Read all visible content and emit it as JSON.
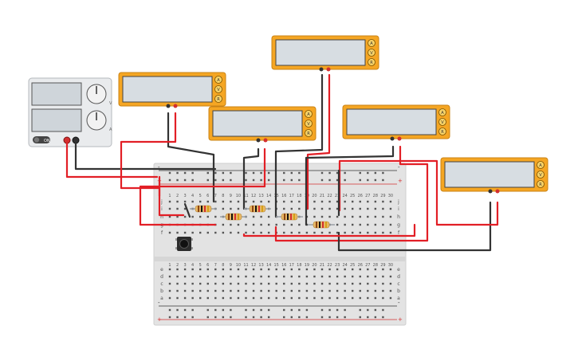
{
  "power_supply": {
    "on_label": "ON",
    "knob_labels": [
      "V",
      "A"
    ],
    "knob_icon_names": [
      "voltage-knob-icon",
      "current-knob-icon"
    ],
    "terminal_colors": [
      "#d32f2f",
      "#333333"
    ]
  },
  "multimeters": [
    {
      "name": "multimeter-1",
      "buttons": [
        "A",
        "V",
        "R"
      ]
    },
    {
      "name": "multimeter-2",
      "buttons": [
        "A",
        "V",
        "R"
      ]
    },
    {
      "name": "multimeter-3",
      "buttons": [
        "A",
        "V",
        "R"
      ]
    },
    {
      "name": "multimeter-4",
      "buttons": [
        "A",
        "V",
        "R"
      ]
    },
    {
      "name": "multimeter-5",
      "buttons": [
        "A",
        "V",
        "R"
      ]
    }
  ],
  "breadboard": {
    "rail_plus": "+",
    "rail_minus": "-",
    "row_labels_top": [
      "j",
      "i",
      "h",
      "g",
      "f"
    ],
    "row_labels_bottom": [
      "e",
      "d",
      "c",
      "b",
      "a"
    ],
    "column_numbers": [
      "1",
      "2",
      "3",
      "4",
      "5",
      "6",
      "7",
      "8",
      "9",
      "10",
      "11",
      "12",
      "13",
      "14",
      "15",
      "16",
      "17",
      "18",
      "19",
      "20",
      "21",
      "22",
      "23",
      "24",
      "25",
      "26",
      "27",
      "28",
      "29",
      "30"
    ]
  },
  "components": {
    "resistor_count": 5,
    "pushbutton": "pushbutton-icon"
  },
  "colors": {
    "wire_red": "#e21f26",
    "wire_black": "#333333",
    "meter_body": "#f5a623",
    "meter_screen": "#d7dde2"
  }
}
